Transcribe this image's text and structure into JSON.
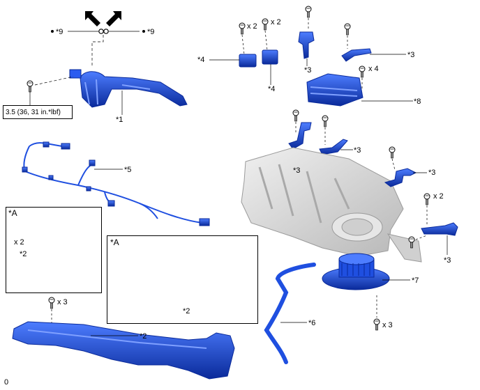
{
  "colors": {
    "part_blue": "#1f4fe0",
    "part_dark": "#0a2a9a",
    "part_light": "#4d7dff",
    "hvac_gray": "#d8d8d8",
    "line": "#000000"
  },
  "icons": [
    "arrow-icon",
    "o-ring-icon",
    "bolt-icon",
    "dot-icon"
  ],
  "labels": {
    "seal_left": "*9",
    "seal_right": "*9",
    "duct1": "*1",
    "torque": "3.5 (36, 31 in.*lbf)",
    "bracket4_qty": "x 2",
    "bracket4b_qty": "x 2",
    "bracket4a": "*4",
    "bracket4b": "*4",
    "bracket3_top_a": "*3",
    "bracket3_top_b": "*3",
    "filter_qty": "x 4",
    "filter": "*8",
    "bracket3_mid_a": "*3",
    "bracket3_mid_b": "*3",
    "bracket3_right_a": "*3",
    "bracket3_right_qty": "x 2",
    "bracket3_right_b": "*3",
    "harness": "*5",
    "boxA_title": "*A",
    "boxA_qty": "x 2",
    "boxA_part": "*2",
    "boxA2_title": "*A",
    "boxA2_part": "*2",
    "blower": "*7",
    "blower_qty": "x 3",
    "hose": "*6",
    "floor_qty": "x 3",
    "floor_duct": "*2",
    "page_mark": "0"
  }
}
